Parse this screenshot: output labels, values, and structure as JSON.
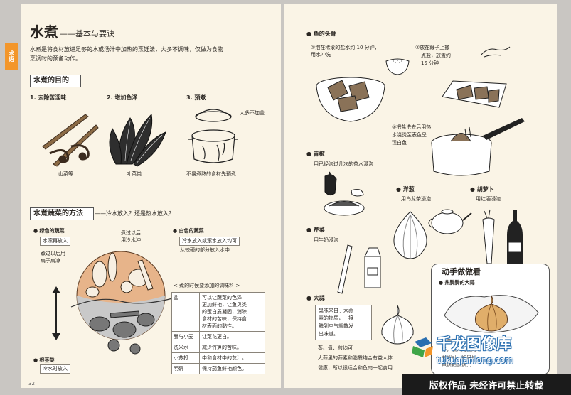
{
  "left": {
    "title_main": "水煮",
    "title_sub": "——基本与要诀",
    "side_tab": "术语",
    "intro": [
      "水煮是将食材放进足够的水或汤汁中加热的烹饪法，大多不调味，仅做为食物",
      "烹调时的预备动作。"
    ],
    "purpose": {
      "heading": "水煮的目的",
      "items": [
        {
          "title": "1. 去除苦涩味",
          "caption": "山菜等"
        },
        {
          "title": "2. 增加色泽",
          "caption": "叶菜类"
        },
        {
          "title": "3. 预煮",
          "caption": "不易煮熟的食材先预煮",
          "note": "大多不加盖"
        }
      ]
    },
    "method": {
      "heading": "水煮蔬菜的方法",
      "subheading": "——冷水放入？还是热水放入？",
      "green_label": "● 绿色的蔬菜",
      "green_tag": "水滚再放入",
      "green_note": [
        "煮过以后用",
        "扇子扇凉"
      ],
      "mid_note": [
        "煮过以后",
        "用冷水冲"
      ],
      "white_label": "● 白色的蔬菜",
      "white_tag": "冷水放入或滚水放入均可",
      "white_note": "从较硬的部分放入水中",
      "root_label": "● 根茎类",
      "root_tag": "冷水时放入",
      "seasoning": {
        "title": "< 煮的时候要添加的调味料 >",
        "rows": [
          {
            "k": "盐",
            "v": [
              "可以让蔬菜的色泽",
              "更加鲜艳，让鱼贝类",
              "的蛋白质凝固，消除",
              "食材的苦味，保持食",
              "材表面的黏性。"
            ]
          },
          {
            "k": "醋与小麦",
            "v": [
              "让菜花更白。"
            ]
          },
          {
            "k": "洗米水",
            "v": [
              "减少竹笋的苦味。"
            ]
          },
          {
            "k": "小苏打",
            "v": [
              "中和食材中的灰汁。"
            ]
          },
          {
            "k": "明矾",
            "v": [
              "保持茄鱼鲜艳颜色。"
            ]
          }
        ]
      }
    },
    "page_number": "32"
  },
  "right": {
    "fish": {
      "heading": "● 鱼的头骨",
      "step1": [
        "①泡在稀滚的盐水约 10 分钟，",
        "用水冲洗"
      ],
      "step2": [
        "②放在簸子上撒",
        "点盐，放置约",
        "15 分钟"
      ],
      "step3": [
        "③把盐洗去后用热",
        "水浇烫至表色呈",
        "现白色"
      ]
    },
    "pepper": {
      "heading": "● 青椒",
      "note": "用已经泡过几次的茶水浸泡"
    },
    "onion": {
      "heading": "● 洋葱",
      "note": "用乌龙茶浸泡"
    },
    "carrot": {
      "heading": "● 胡萝卜",
      "note": "用红酒浸泡"
    },
    "celery": {
      "heading": "● 芹菜",
      "note": "用牛奶浸泡"
    },
    "garlic": {
      "heading": "● 大蒜",
      "boxed": [
        "臭味来自于大蒜",
        "素的物质，一接",
        "触到空气就散发",
        "出味道。"
      ],
      "bottom": [
        "蒸、煮、煎均可",
        "大蒜里的蒜素和脂质结合有益人体",
        "健康，所以很适合和鱼肉一起食用"
      ]
    },
    "diy": {
      "title": "动手做做看",
      "subtitle": "● 热腾腾的大蒜",
      "lines": [
        "大蒜用锡箔纸包",
        "好，放入烤箱烤",
        "脆即可，如果用",
        "电烤箱则烤…"
      ]
    },
    "watermark": {
      "cn": "千龙图像库",
      "en": "tukuqianlong.com"
    },
    "banner": "版权作品  未经许可禁止转载"
  },
  "colors": {
    "accent": "#f3962a",
    "page": "#faf4e6",
    "ink": "#2a2622",
    "banner": "#1b1b1b",
    "watermark_blue": "#2a6fb0"
  }
}
